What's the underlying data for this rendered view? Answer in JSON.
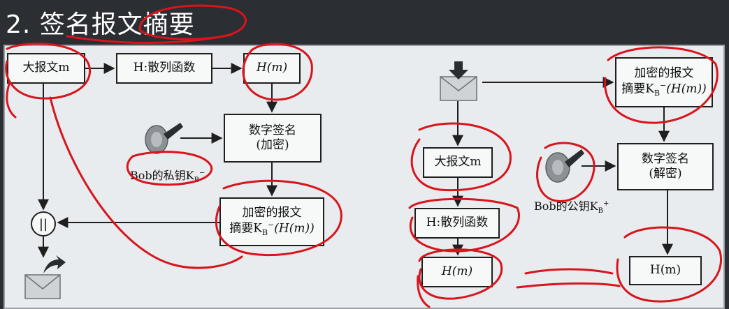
{
  "title": "2. 签名报文摘要",
  "sender": {
    "message": "大报文m",
    "hash_function": "H:散列函数",
    "hash": "H(m)",
    "sign_line1": "数字签名",
    "sign_line2": "(加密)",
    "private_key_label": "Bob的私钥K",
    "private_key_sub": "B",
    "private_key_sup": "−",
    "encrypted_line1": "加密的报文",
    "encrypted_line2": "摘要K",
    "encrypted_line2_sub": "B",
    "encrypted_line2_sup": "−",
    "encrypted_line2_tail": "(H(m))",
    "concat_symbol": "||"
  },
  "receiver": {
    "encrypted_line1": "加密的报文",
    "encrypted_line2": "摘要K",
    "encrypted_line2_sub": "B",
    "encrypted_line2_sup": "−",
    "encrypted_line2_tail": "(H(m))",
    "sign_line1": "数字签名",
    "sign_line2": "(解密)",
    "public_key_label": "Bob的公钥K",
    "public_key_sub": "B",
    "public_key_sup": "+",
    "message": "大报文m",
    "hash_function": "H:散列函数",
    "hash_computed": "H(m)",
    "hash_decrypted": "H(m)"
  },
  "colors": {
    "annotation": "#d8141c",
    "box_border": "#1f1f1f",
    "panel_bg": "#e9ecef",
    "title_bg": "#2b2e33"
  }
}
